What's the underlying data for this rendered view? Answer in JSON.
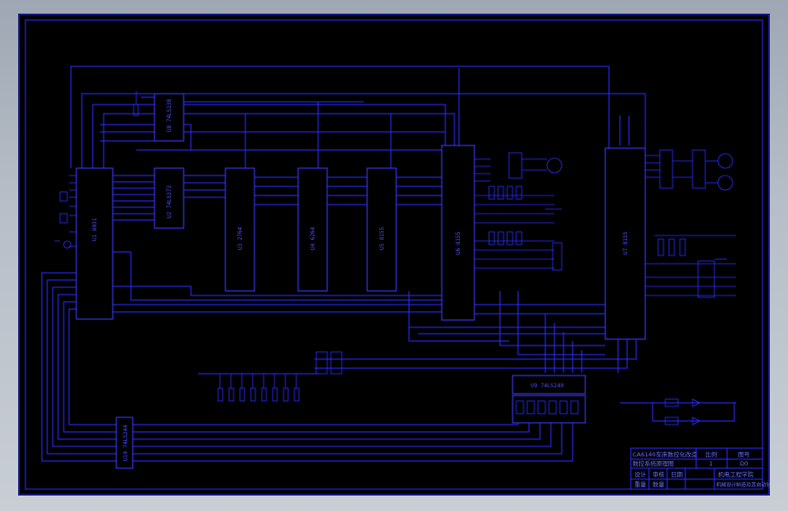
{
  "title_block": {
    "project_title": "CA6140车床数控化改造",
    "drawing_name": "数控系统原理图",
    "scale_label": "比例",
    "scale_value": "1",
    "sheet_label": "图号",
    "sheet_value": "D0",
    "designer_label": "设计",
    "checker_label": "审核",
    "date_label": "日期",
    "school": "机电工程学院",
    "class": "机械设计制造及其自动化",
    "weight_label": "重量",
    "qty_label": "数量"
  },
  "chips": {
    "cpu": "U1 8031",
    "latch": "U2 74LS373",
    "rom": "U3 2764",
    "ram": "U4 6264",
    "io1": "U5 8155",
    "ppi": "U6 8155",
    "ppi2": "U7 8155",
    "decoder": "U8 74LS138",
    "driver": "U9 74LS240",
    "keypad": "U10 74LS244"
  },
  "colors": {
    "wire": "#2a2cff",
    "sheet": "#000000",
    "frame": "#2a2cff"
  }
}
